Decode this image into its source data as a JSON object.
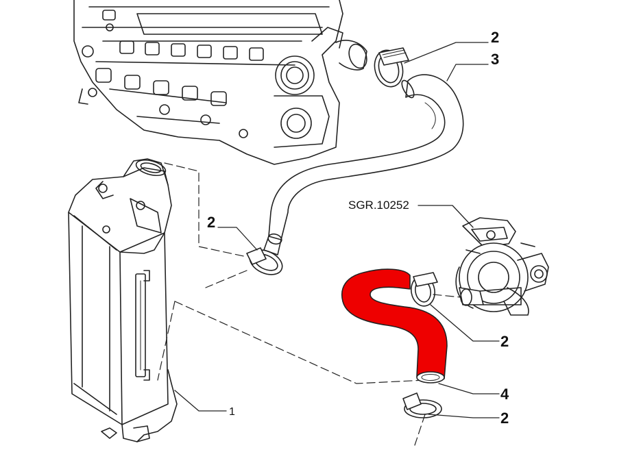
{
  "callouts": {
    "clamp_top": "2",
    "hose_upper": "3",
    "clamp_left": "2",
    "turbo_ref": "SGR.10252",
    "clamp_turbo": "2",
    "hose_red": "4",
    "clamp_bottom": "2",
    "intercooler": "1"
  },
  "colors": {
    "line": "#111111",
    "highlight": "#ee0000"
  }
}
